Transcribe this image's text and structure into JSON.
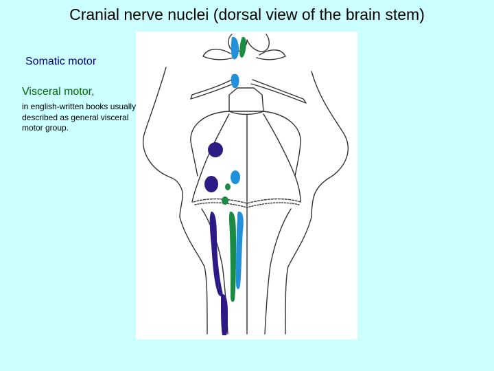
{
  "title": "Cranial nerve nuclei (dorsal view of the brain stem)",
  "legend": {
    "somatic_label": "Somatic motor",
    "visceral_label": "Visceral motor,",
    "visceral_note": "in english-written books usually described as general visceral motor group."
  },
  "colors": {
    "background": "#ccffff",
    "somatic_motor": "#2e1a85",
    "visceral_motor": "#1a8a44",
    "special_motor": "#2290d8",
    "outline": "#333333"
  }
}
